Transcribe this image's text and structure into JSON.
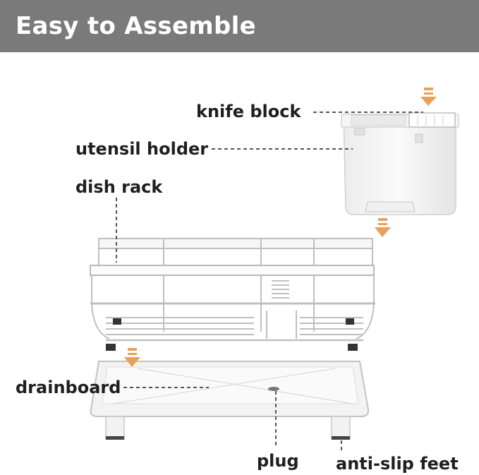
{
  "header": {
    "title": "Easy to Assemble"
  },
  "labels": {
    "knife_block": "knife block",
    "utensil_holder": "utensil holder",
    "dish_rack": "dish rack",
    "drainboard": "drainboard",
    "plug": "plug",
    "anti_slip_feet": "anti-slip feet"
  },
  "colors": {
    "header_bg": "#7a7a7a",
    "arrow": "#e8a15a",
    "product": "#f2f2f2",
    "outline": "#c8c8c8",
    "leader_line": "#555555"
  },
  "icons": [
    "down-arrow-icon"
  ]
}
